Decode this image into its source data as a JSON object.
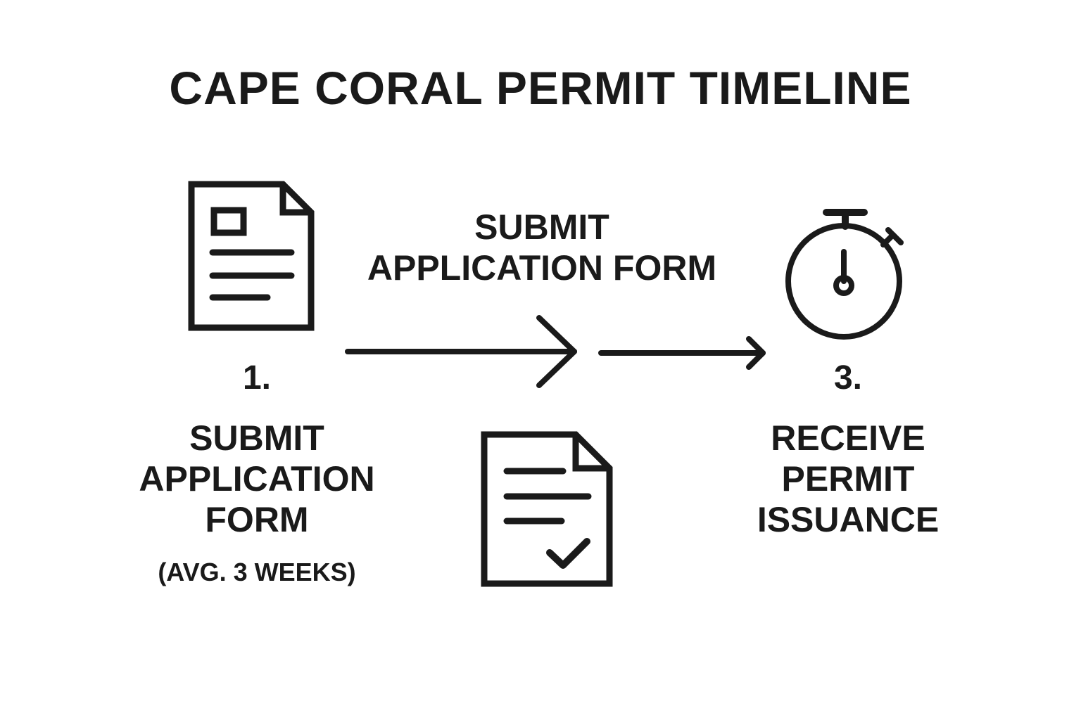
{
  "title": "CAPE CORAL PERMIT TIMELINE",
  "steps": [
    {
      "number": "1.",
      "title_lines": [
        "SUBMIT",
        "APPLICATION",
        "FORM"
      ],
      "duration": "(AVG. 3 WEEKS)",
      "icon": "document-icon"
    },
    {
      "title_lines": [
        "SUBMIT",
        "APPLICATION FORM"
      ],
      "icon": "document-checkmark-icon"
    },
    {
      "number": "3.",
      "title_lines": [
        "RECEIVE",
        "PERMIT",
        "ISSUANCE"
      ],
      "icon": "stopwatch-icon"
    }
  ],
  "connectors": [
    "arrow-right-icon",
    "arrow-right-icon"
  ],
  "colors": {
    "background": "#ffffff",
    "ink": "#1a1a1a"
  }
}
